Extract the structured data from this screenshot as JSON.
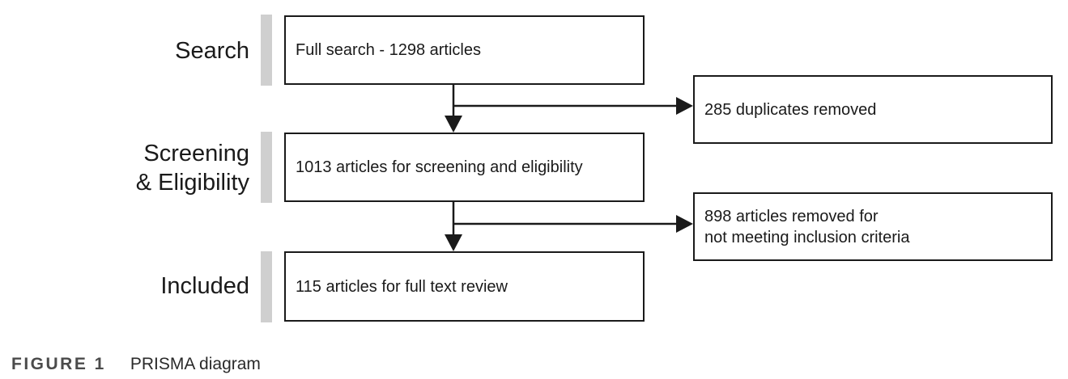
{
  "stages": [
    {
      "id": "search",
      "label": "Search"
    },
    {
      "id": "screening",
      "label": "Screening\n& Eligibility"
    },
    {
      "id": "included",
      "label": "Included"
    }
  ],
  "main_boxes": [
    {
      "id": "full-search",
      "text": "Full search - 1298 articles"
    },
    {
      "id": "screening",
      "text": "1013 articles for screening and eligibility"
    },
    {
      "id": "included",
      "text": "115 articles for full text review"
    }
  ],
  "side_boxes": [
    {
      "id": "duplicates",
      "text": "285 duplicates removed"
    },
    {
      "id": "excluded",
      "text": "898 articles removed for\nnot meeting inclusion criteria"
    }
  ],
  "caption": {
    "label": "FIGURE 1",
    "title": "PRISMA diagram"
  },
  "colors": {
    "stroke": "#1a1a1a",
    "stage_bar": "#cfcfcf",
    "caption_label": "#4b4b4b"
  }
}
